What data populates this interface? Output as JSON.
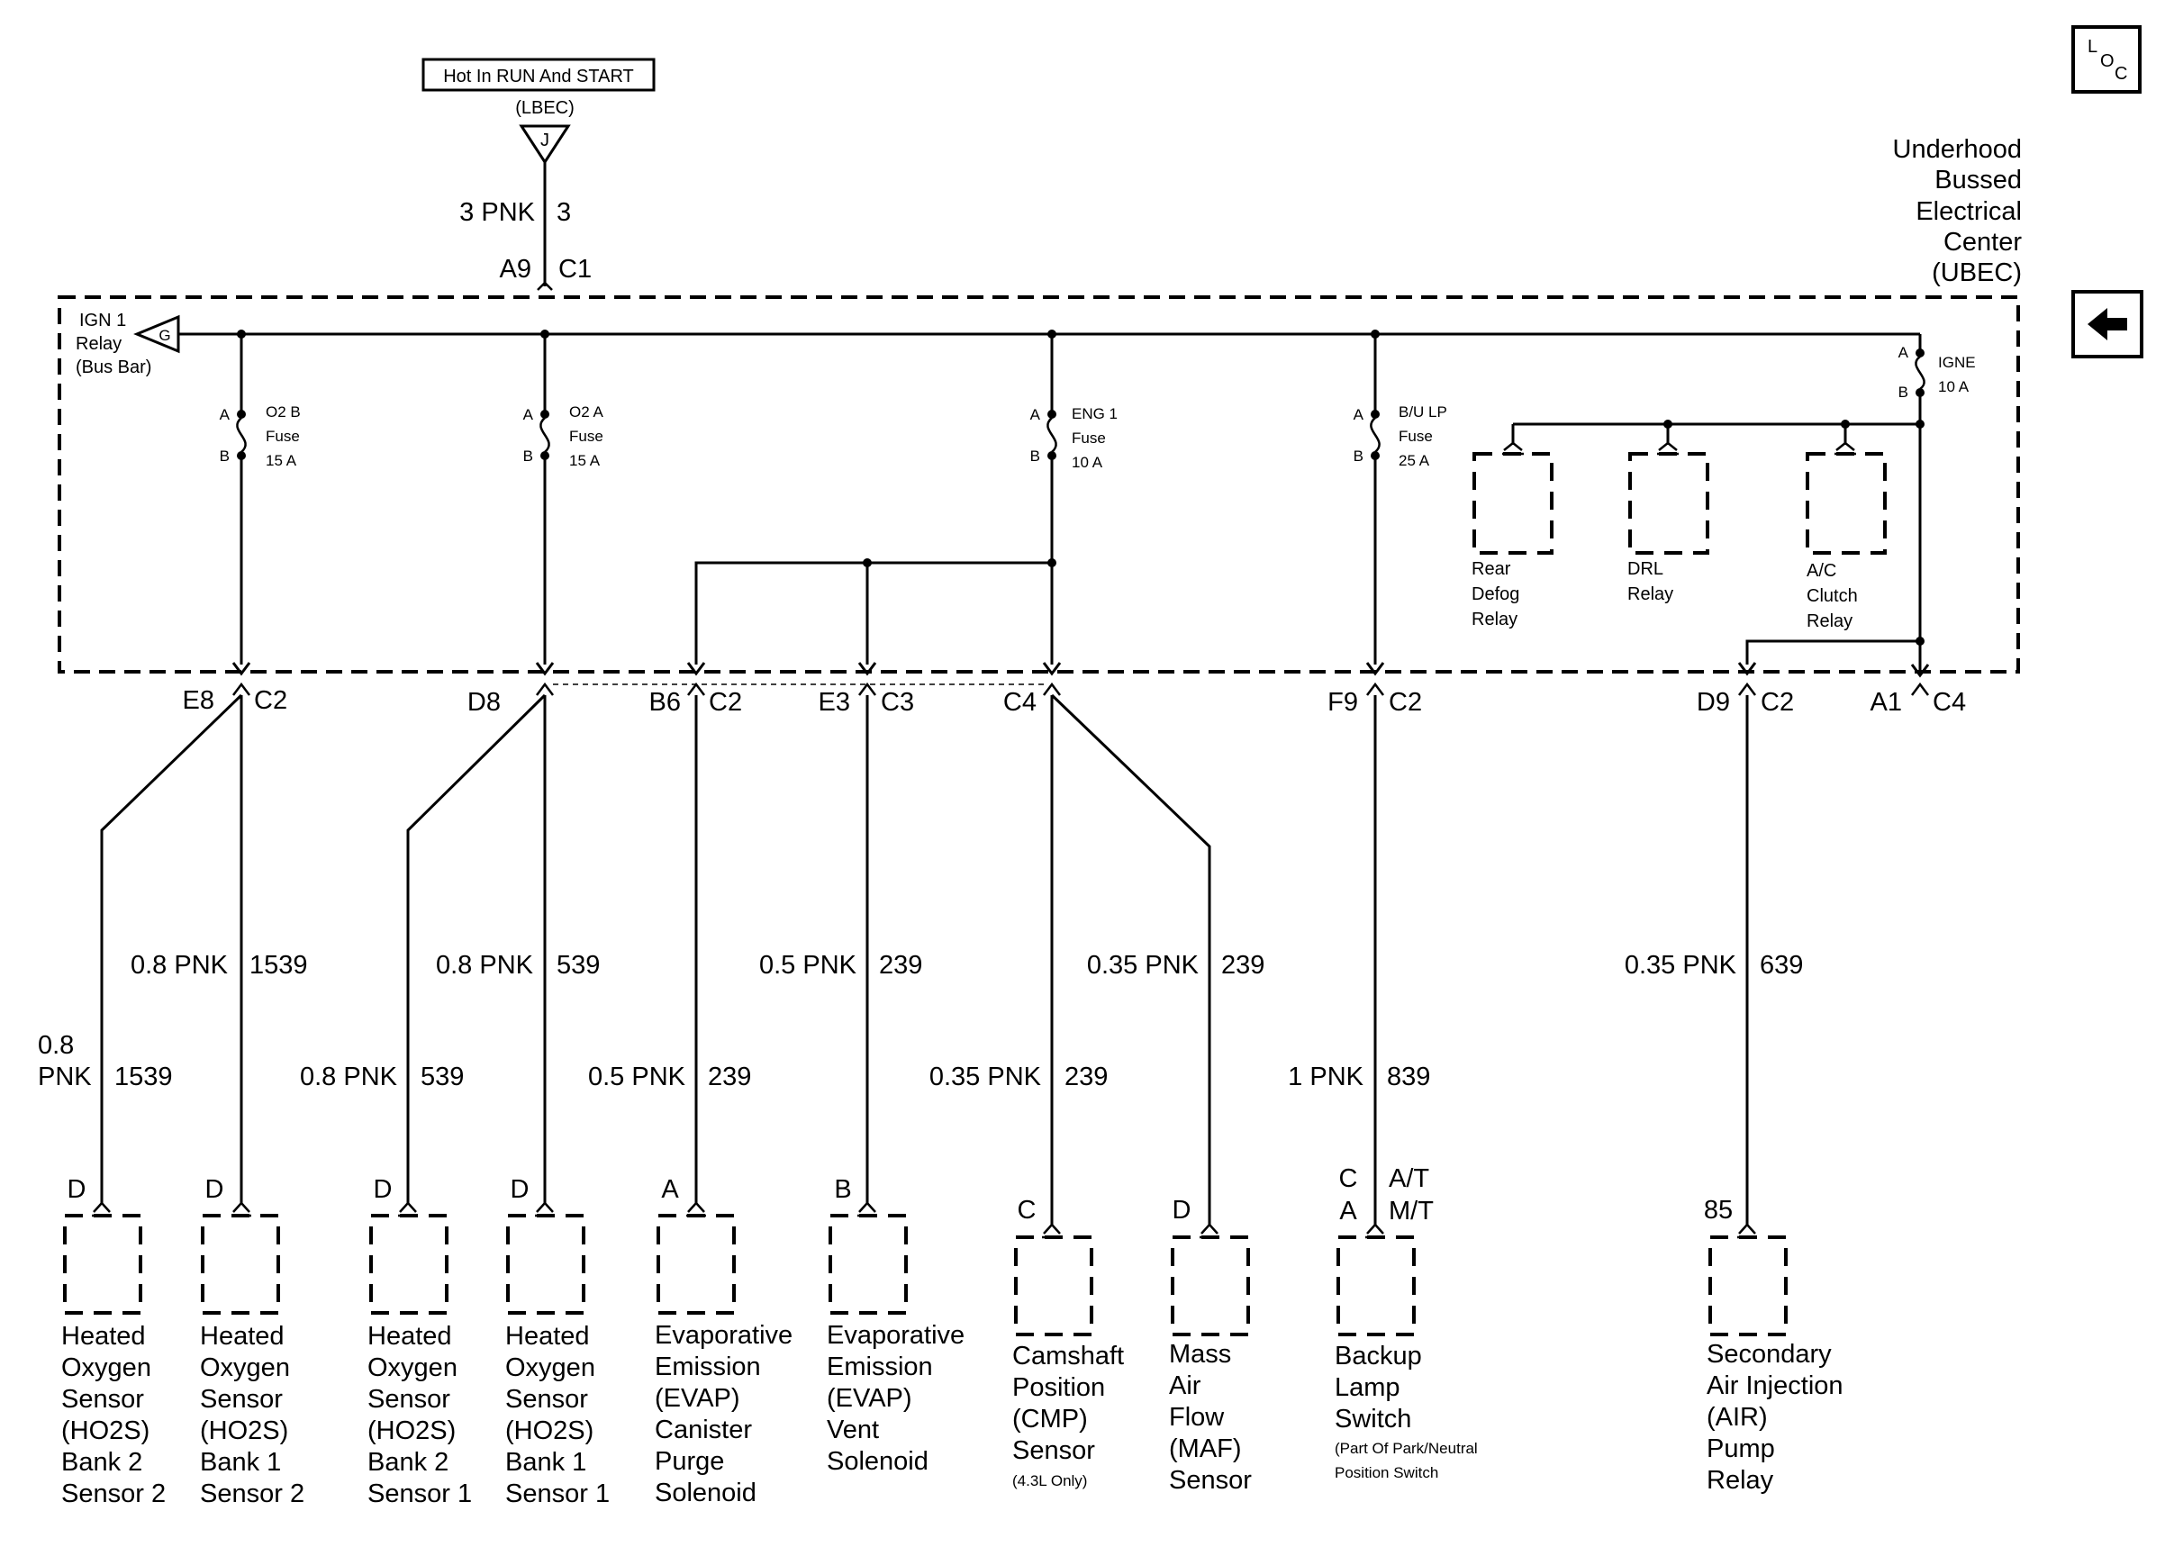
{
  "header": {
    "power_label": "Hot In RUN And START",
    "power_source": "(LBEC)",
    "power_terminal": "J",
    "feed_wire": "3 PNK",
    "feed_circuit": "3",
    "feed_pin": "A9",
    "feed_connector": "C1"
  },
  "loc_icon": {
    "l": "L",
    "o": "O",
    "c": "C"
  },
  "center": {
    "line1": "Underhood",
    "line2": "Bussed",
    "line3": "Electrical",
    "line4": "Center",
    "line5": "(UBEC)"
  },
  "ign_relay": {
    "line1": "IGN 1",
    "line2": "Relay",
    "line3": "(Bus Bar)",
    "terminal": "G"
  },
  "fuses": [
    {
      "a": "A",
      "b": "B",
      "name": "O2 B",
      "line2": "Fuse",
      "rating": "15 A"
    },
    {
      "a": "A",
      "b": "B",
      "name": "O2 A",
      "line2": "Fuse",
      "rating": "15 A"
    },
    {
      "a": "A",
      "b": "B",
      "name": "ENG 1",
      "line2": "Fuse",
      "rating": "10 A"
    },
    {
      "a": "A",
      "b": "B",
      "name": "B/U LP",
      "line2": "Fuse",
      "rating": "25 A"
    },
    {
      "a": "A",
      "b": "B",
      "name": "IGNE",
      "rating": "10 A"
    }
  ],
  "relays": [
    {
      "line1": "Rear",
      "line2": "Defog",
      "line3": "Relay"
    },
    {
      "line1": "DRL",
      "line2": "Relay"
    },
    {
      "line1": "A/C",
      "line2": "Clutch",
      "line3": "Relay"
    }
  ],
  "connectors": [
    {
      "pin": "E8",
      "conn": "C2"
    },
    {
      "pin": "D8",
      "conn": ""
    },
    {
      "pin": "B6",
      "conn": "C2"
    },
    {
      "pin": "E3",
      "conn": "C3"
    },
    {
      "pin": "",
      "conn": "C4"
    },
    {
      "pin": "F9",
      "conn": "C2"
    },
    {
      "pin": "D9",
      "conn": "C2"
    },
    {
      "pin": "A1",
      "conn": "C4"
    }
  ],
  "wires": [
    {
      "gauge": "0.8",
      "gauge2": "PNK",
      "circuit": "1539"
    },
    {
      "gauge": "0.8 PNK",
      "circuit": "1539"
    },
    {
      "gauge": "0.8 PNK",
      "circuit": "539"
    },
    {
      "gauge": "0.8 PNK",
      "circuit": "539"
    },
    {
      "gauge": "0.5 PNK",
      "circuit": "239"
    },
    {
      "gauge": "0.5 PNK",
      "circuit": "239"
    },
    {
      "gauge": "0.35 PNK",
      "circuit": "239"
    },
    {
      "gauge": "0.35 PNK",
      "circuit": "239"
    },
    {
      "gauge": "1 PNK",
      "circuit": "839"
    },
    {
      "gauge": "0.35 PNK",
      "circuit": "639"
    }
  ],
  "components": [
    {
      "pin": "D",
      "lines": [
        "Heated",
        "Oxygen",
        "Sensor",
        "(HO2S)",
        "Bank 2",
        "Sensor 2"
      ]
    },
    {
      "pin": "D",
      "lines": [
        "Heated",
        "Oxygen",
        "Sensor",
        "(HO2S)",
        "Bank 1",
        "Sensor 2"
      ]
    },
    {
      "pin": "D",
      "lines": [
        "Heated",
        "Oxygen",
        "Sensor",
        "(HO2S)",
        "Bank 2",
        "Sensor 1"
      ]
    },
    {
      "pin": "D",
      "lines": [
        "Heated",
        "Oxygen",
        "Sensor",
        "(HO2S)",
        "Bank 1",
        "Sensor 1"
      ]
    },
    {
      "pin": "A",
      "lines": [
        "Evaporative",
        "Emission",
        "(EVAP)",
        "Canister",
        "Purge",
        "Solenoid"
      ]
    },
    {
      "pin": "B",
      "lines": [
        "Evaporative",
        "Emission",
        "(EVAP)",
        "Vent",
        "Solenoid"
      ]
    },
    {
      "pin": "C",
      "lines": [
        "Camshaft",
        "Position",
        "(CMP)",
        "Sensor"
      ],
      "note": "(4.3L Only)"
    },
    {
      "pin": "D",
      "lines": [
        "Mass",
        "Air",
        "Flow",
        "(MAF)",
        "Sensor"
      ]
    },
    {
      "pin_at": "C",
      "pin_mt": "A",
      "label_at": "A/T",
      "label_mt": "M/T",
      "lines": [
        "Backup",
        "Lamp",
        "Switch"
      ],
      "note1": "(Part Of Park/Neutral",
      "note2": "Position Switch"
    },
    {
      "pin": "85",
      "lines": [
        "Secondary",
        "Air Injection",
        "(AIR)",
        "Pump",
        "Relay"
      ]
    }
  ]
}
